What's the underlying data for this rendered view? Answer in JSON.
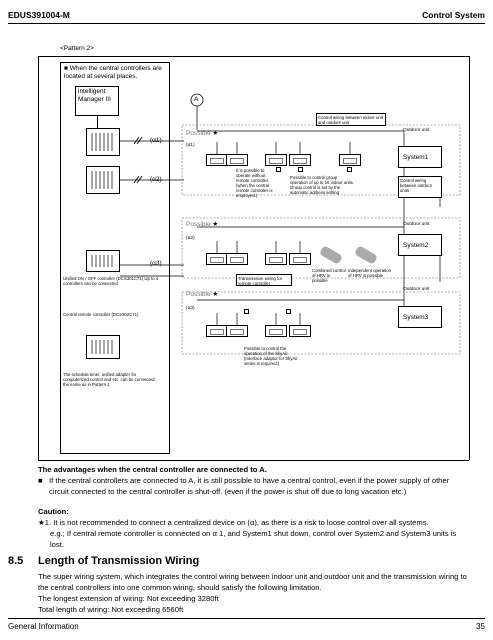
{
  "header": {
    "doc_id": "EDUS391004-M",
    "section": "Control System"
  },
  "figure": {
    "pattern": "<Pattern 2>",
    "note_central": "When the central controllers are located at several places.",
    "im_label": "intelligent Manager III",
    "point_A": "A",
    "alpha1": "(α1)",
    "alpha2": "(α2)",
    "alpha3": "(α3)",
    "possible": "Possible",
    "star": "★",
    "ctrl_wiring": "Control wiring between indoor unit and outdoor unit",
    "outdoor_unit": "Outdoor unit",
    "system1": "System1",
    "system2": "System2",
    "system3": "System3",
    "operate_without": "It is possible to operate without remote controller. (when the central remote controller is employed.)",
    "group_control": "Possible to control group operation of up to 16 indoor units. Group control is set by the automatic address setting",
    "ctrl_wiring_between": "Control wiring between outdoor units",
    "transmission_wiring": "Transmission wiring for remote controller",
    "combined": "Combined control of HRV is possible",
    "independent": "Independent operation of HRV is possible",
    "skyair": "Possible to control the operation of the SkyAir (Interface adaptor for SkyAir series is required.)",
    "unified": "Unified ON / OFF controller (DCS301C71) Up to 4 controllers can be connected",
    "central_remote": "Central remote controller (DCS302C71)",
    "schedule": "The schedule timer, unified adapter for computerized control and etc. can be connected the same as in Pattern 1"
  },
  "advantages": {
    "title": "The advantages when the central controller are connected to A.",
    "bullet": "If the central controllers are connected to A, it is still possible to have a central control, even if the power supply of other circuit connected to the central controller is shut-off. (even if the power is shut off due to long vacation etc.)"
  },
  "caution": {
    "title": "Caution:",
    "star1": "★1. It is not recommended to connect a centralized device on (α), as there is a risk to loose control over all systems.",
    "eg": "e.g.; If central remote controller is connected on α 1, and System1 shut down, control over System2 and System3 units is lost."
  },
  "section85": {
    "number": "8.5",
    "title": "Length of Transmission Wiring",
    "p1": "The super wiring system, which integrates the control wiring between indoor unit and outdoor unit and the transmission wiring to the central controllers into one common wiring, should satisfy the following limitation.",
    "p2": "The longest extension of wiring: Not exceeding 3280ft",
    "p3": "Total length of wiring: Not exceeding 6560ft"
  },
  "footer": {
    "left": "General Information",
    "page": "35"
  }
}
